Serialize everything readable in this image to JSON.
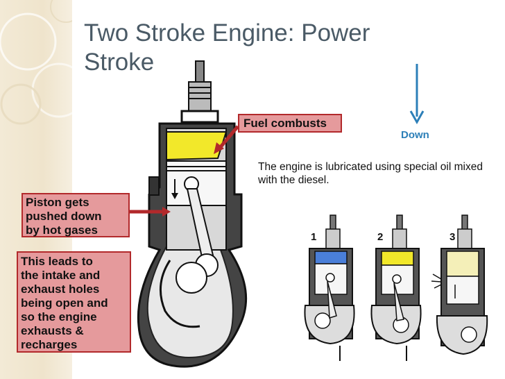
{
  "slide": {
    "title_line1": "Two Stroke Engine: Power",
    "title_line2": "Stroke"
  },
  "callouts": {
    "fuel": "Fuel combusts",
    "piston": [
      "Piston gets",
      "pushed down",
      "by hot gases"
    ],
    "leads": [
      "This leads to",
      "the intake and",
      "exhaust holes",
      "being open and",
      "so the engine",
      "exhausts &",
      "recharges"
    ]
  },
  "direction": {
    "label": "Down",
    "color": "#2c7fb8"
  },
  "note": "The engine is lubricated using special oil mixed with the diesel.",
  "steps": [
    "1",
    "2",
    "3"
  ],
  "colors": {
    "callout_fill": "#e59a9c",
    "callout_border": "#b2292b",
    "fuel": "#f2e82a",
    "blue_charge": "#4a7fd9"
  }
}
